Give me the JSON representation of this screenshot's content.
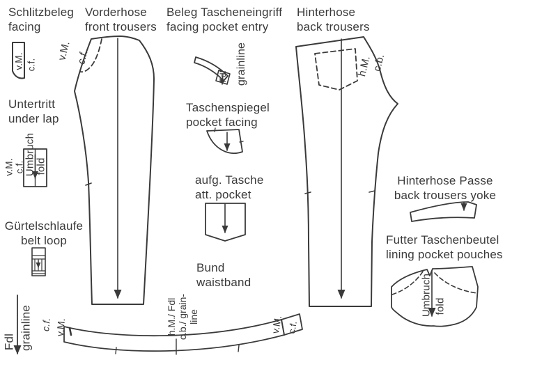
{
  "title_labels": {
    "schlitzbeleg": {
      "line1": "Schlitzbeleg",
      "line2": "facing"
    },
    "vorderhose": {
      "line1": "Vorderhose",
      "line2": "front trousers"
    },
    "beleg_tascheneingriff": {
      "line1": "Beleg Tascheneingriff",
      "line2": "facing pocket entry"
    },
    "hinterhose": {
      "line1": "Hinterhose",
      "line2": "back trousers"
    },
    "untertritt": {
      "line1": "Untertritt",
      "line2": "under lap"
    },
    "taschenspiegel": {
      "line1": "Taschenspiegel",
      "line2": "pocket facing"
    },
    "aufg_tasche": {
      "line1": "aufg. Tasche",
      "line2": "att. pocket"
    },
    "guertelschlaufe": {
      "line1": "Gürtelschlaufe",
      "line2": "belt loop"
    },
    "bund": {
      "line1": "Bund",
      "line2": "waistband"
    },
    "hinterhose_passe": {
      "line1": "Hinterhose Passe",
      "line2": "back trousers yoke"
    },
    "futter_taschenbeutel": {
      "line1": "Futter Taschenbeutel",
      "line2": "lining pocket pouches"
    }
  },
  "markings": {
    "center_front_de": "v.M.",
    "center_front_en": "c.f.",
    "center_back_de": "h.M.",
    "center_back_en": "c.b.",
    "grainline_de": "Fdl",
    "grainline_en": "grainline",
    "fold_de": "Umbruch",
    "fold_en": "fold",
    "bund_center_line1": "h.M./ Fdl",
    "bund_center_line2": "c.b./ grain-",
    "bund_center_line3": "line"
  },
  "colors": {
    "line": "#3a3a3a",
    "text": "#3a3a3a",
    "background": "#ffffff"
  }
}
